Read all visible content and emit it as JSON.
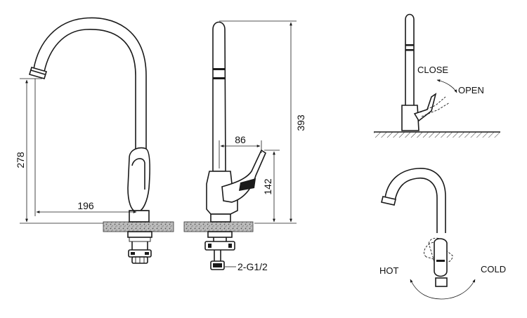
{
  "dimensions": {
    "height_total": "393",
    "spout_height": "278",
    "spout_reach": "196",
    "handle_offset": "86",
    "handle_height": "142"
  },
  "connection_label": "2-G1/2",
  "side_detail": {
    "close_label": "CLOSE",
    "open_label": "OPEN"
  },
  "top_detail": {
    "hot_label": "HOT",
    "cold_label": "COLD"
  }
}
